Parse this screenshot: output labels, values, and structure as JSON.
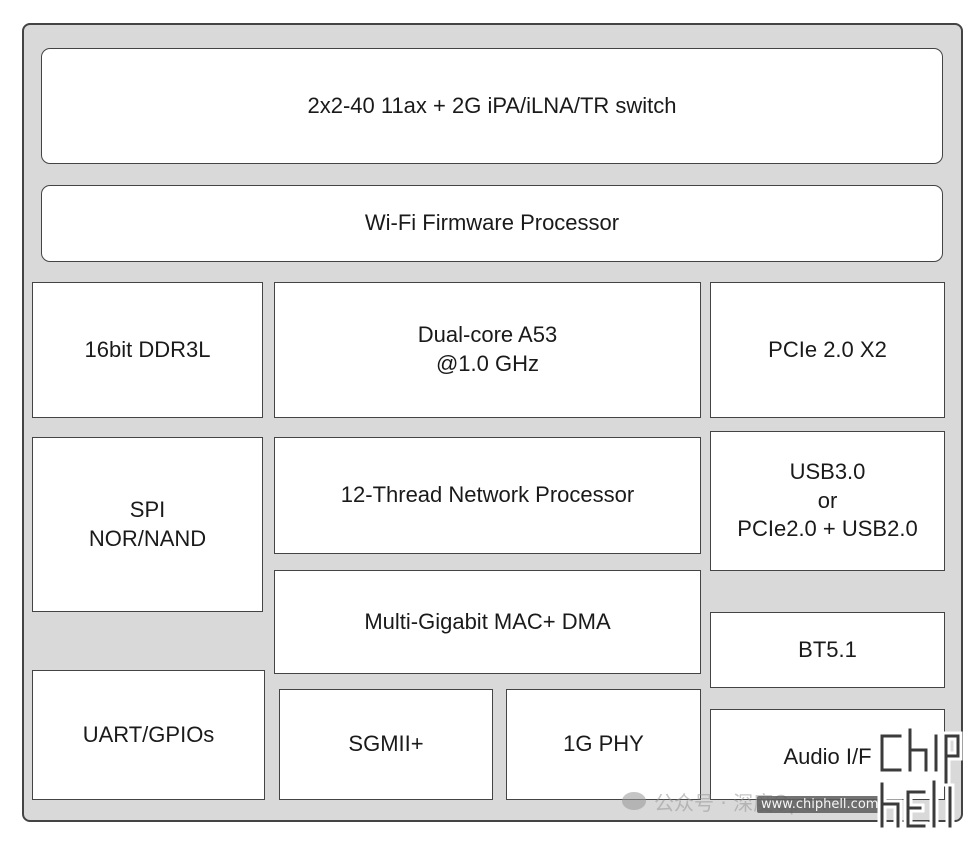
{
  "blocks": {
    "wifi_radio": "2x2-40 11ax + 2G iPA/iLNA/TR switch",
    "wifi_fw": "Wi-Fi Firmware Processor",
    "ddr": "16bit DDR3L",
    "cpu": [
      "Dual-core A53",
      "@1.0 GHz"
    ],
    "pcie": "PCIe 2.0 X2",
    "spi": [
      "SPI",
      "NOR/NAND"
    ],
    "npu": "12-Thread Network Processor",
    "usb": [
      "USB3.0",
      "or",
      "PCIe2.0 + USB2.0"
    ],
    "mac": "Multi-Gigabit MAC+ DMA",
    "bt": "BT5.1",
    "uart": "UART/GPIOs",
    "sgmii": "SGMII+",
    "phy": "1G PHY",
    "audio": "Audio I/F"
  },
  "watermarks": {
    "wechat": "公众号 · 深度Open",
    "site": "www.chiphell.com",
    "logo": "chip hell"
  }
}
